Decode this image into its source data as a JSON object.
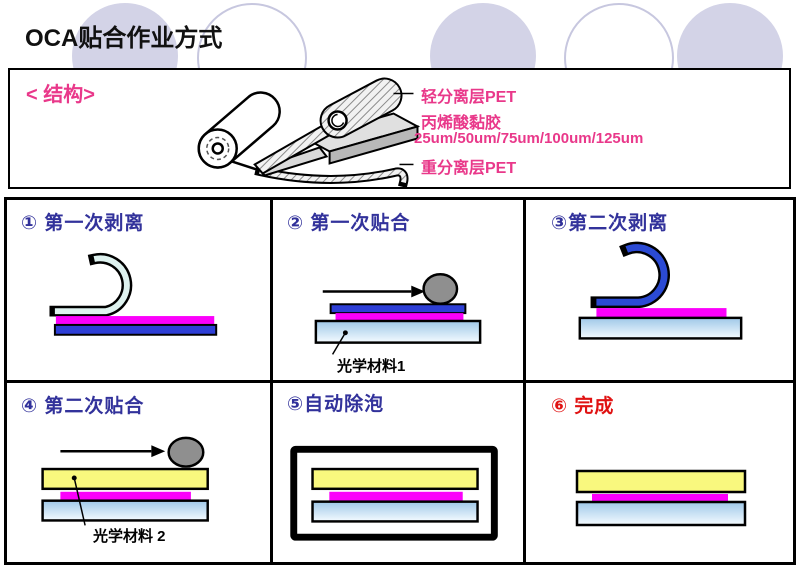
{
  "slide_title": "OCA贴合作业方式",
  "structure": {
    "label": "< 结构>",
    "annotations": {
      "light_release_pet": "轻分离层PET",
      "acrylic_adhesive": "丙烯酸黏胶",
      "thickness_options": "25um/50um/75um/100um/125um",
      "heavy_release_pet": "重分离层PET"
    }
  },
  "panels": [
    {
      "label": "① 第一次剥离"
    },
    {
      "label": "② 第一次贴合",
      "caption": "光学材料1"
    },
    {
      "label": "③第二次剥离"
    },
    {
      "label": "④ 第二次贴合",
      "caption": "光学材料 2"
    },
    {
      "label": "⑤自动除泡"
    },
    {
      "label": "⑥ 完成"
    }
  ],
  "colors": {
    "accent_pink": "#e9388a",
    "header_indigo": "#32329b",
    "done_red": "#e01212",
    "magenta": "#fb00fb",
    "blue_film": "#2e3fd6",
    "blue_strip": "#2b4ad4",
    "mint_strip": "#def2ef",
    "yellow_film": "#f9f87e",
    "glass_top": "#9fc8e8",
    "glass_bottom": "#f4fbff",
    "roller_gray": "#8f8f8f",
    "lavender_fill": "#d3d3e7",
    "lavender_stroke": "#c7c7df"
  }
}
